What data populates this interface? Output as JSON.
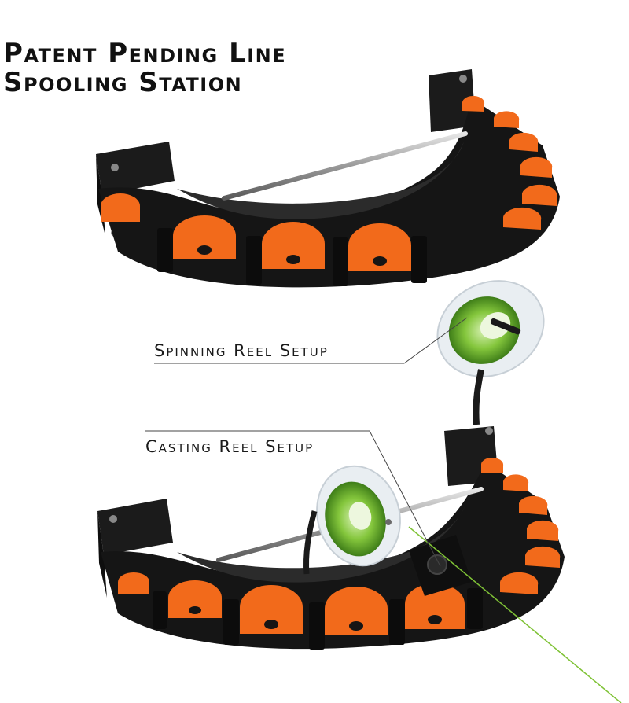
{
  "title": {
    "line1": "Patent Pending Line",
    "line2": "Spooling Station"
  },
  "callouts": {
    "spinning": "Spinning Reel Setup",
    "casting": "Casting Reel Setup"
  },
  "colors": {
    "rack_black": "#151515",
    "rack_gray": "#2a2a2a",
    "accent_orange": "#f26a1b",
    "rod_steel": "#b9b9b9",
    "line_green": "#7fc236",
    "text": "#111111"
  },
  "icons": {
    "product": "line-spooling-station-rack"
  }
}
